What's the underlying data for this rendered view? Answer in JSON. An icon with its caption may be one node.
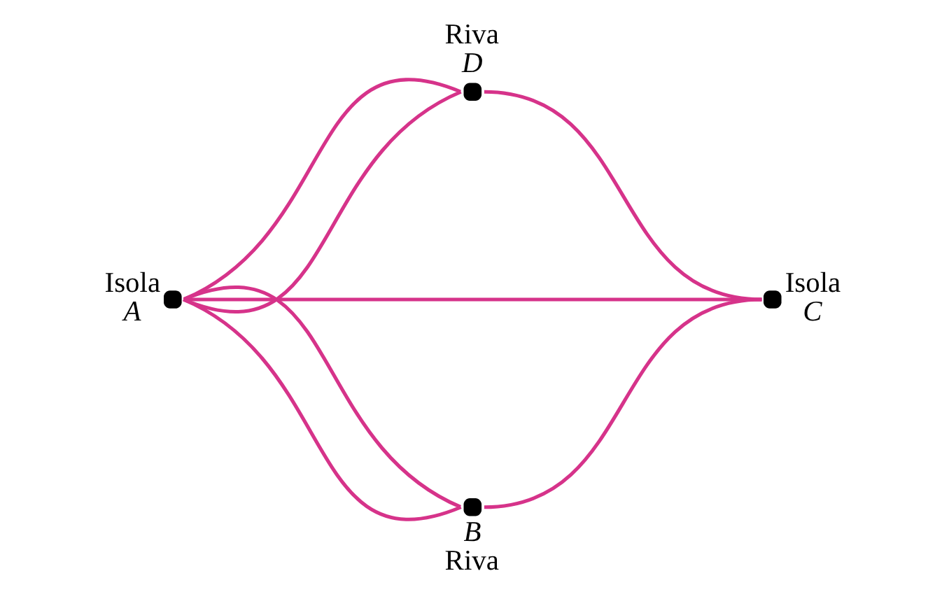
{
  "diagram": {
    "nodes": [
      {
        "text": [],
        "shape": "circle",
        "beside": [
          "Riva",
          "D"
        ]
      },
      {
        "text": [],
        "shape": "circle",
        "beside": [
          "Isola",
          "A"
        ]
      },
      {
        "text": [],
        "shape": "circle",
        "beside": [
          "Isola",
          "C"
        ]
      },
      {
        "text": [],
        "shape": "circle",
        "beside": [
          "B",
          "Riva"
        ]
      }
    ],
    "edges": [
      {
        "from": 1,
        "to": 0,
        "arrow": "none"
      },
      {
        "from": 1,
        "to": 0,
        "arrow": "none"
      },
      {
        "from": 0,
        "to": 2,
        "arrow": "none"
      },
      {
        "from": 1,
        "to": 2,
        "arrow": "none"
      },
      {
        "from": 1,
        "to": 3,
        "arrow": "none"
      },
      {
        "from": 1,
        "to": 3,
        "arrow": "none"
      },
      {
        "from": 3,
        "to": 2,
        "arrow": "none"
      }
    ]
  }
}
